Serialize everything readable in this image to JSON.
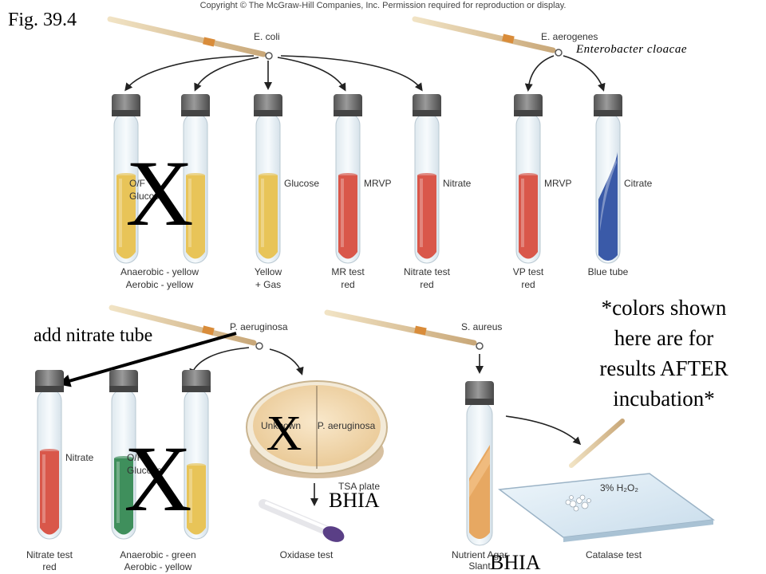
{
  "copyright": "Copyright © The McGraw-Hill Companies, Inc. Permission required for reproduction or display.",
  "figure_label": "Fig. 39.4",
  "colors": {
    "yellow_medium": "#e8c458",
    "red_medium": "#d9574a",
    "blue_medium": "#3a5aa8",
    "green_medium": "#3f8f5c",
    "orange_slant": "#e8a860",
    "cap": "#6e6e6e",
    "plate": "#f2dcb8"
  },
  "top": {
    "organisms": {
      "ecoli": "E. coli",
      "eaerogenes": "E. aerogenes",
      "eaerogenes_note": "Enterobacter cloacae"
    },
    "tubes": [
      {
        "label": "O/F",
        "label2": "Glucose",
        "caption1": "Anaerobic - yellow",
        "caption2": "Aerobic - yellow",
        "color": "yellow"
      },
      {
        "label": "",
        "label2": "",
        "caption1": "",
        "caption2": "",
        "color": "yellow"
      },
      {
        "label": "Glucose",
        "label2": "",
        "caption1": "Yellow",
        "caption2": "+ Gas",
        "color": "yellow"
      },
      {
        "label": "MRVP",
        "label2": "",
        "caption1": "MR test",
        "caption2": "red",
        "color": "red"
      },
      {
        "label": "Nitrate",
        "label2": "",
        "caption1": "Nitrate test",
        "caption2": "red",
        "color": "red"
      },
      {
        "label": "MRVP",
        "label2": "",
        "caption1": "VP test",
        "caption2": "red",
        "color": "red"
      },
      {
        "label": "Citrate",
        "label2": "",
        "caption1": "Blue tube",
        "caption2": "",
        "color": "blue"
      }
    ],
    "x_mark": "X"
  },
  "bottom": {
    "organisms": {
      "paeruginosa": "P. aeruginosa",
      "saureus": "S. aureus"
    },
    "add_note": "add nitrate tube",
    "tubes": [
      {
        "label": "Nitrate",
        "label2": "",
        "caption1": "Nitrate test",
        "caption2": "red",
        "color": "red"
      },
      {
        "label": "O/F",
        "label2": "Glucose",
        "caption1": "Anaerobic - green",
        "caption2": "Aerobic - yellow",
        "color": "green"
      },
      {
        "label": "",
        "label2": "",
        "caption1": "",
        "caption2": "",
        "color": "yellow"
      }
    ],
    "plate": {
      "left": "Unknown",
      "right": "P. aeruginosa",
      "caption": "TSA plate"
    },
    "oxidase_caption": "Oxidase test",
    "bhia_plate": "BHIA",
    "bhia_slant": "BHIA",
    "slant": {
      "caption1": "Nutrient Agar",
      "caption2": "Slant"
    },
    "catalase": {
      "reagent": "3% H₂O₂",
      "caption": "Catalase test"
    },
    "x_mark": "X"
  },
  "note": {
    "line1": "*colors shown",
    "line2": "here are for",
    "line3": "results AFTER",
    "line4": "incubation*"
  }
}
